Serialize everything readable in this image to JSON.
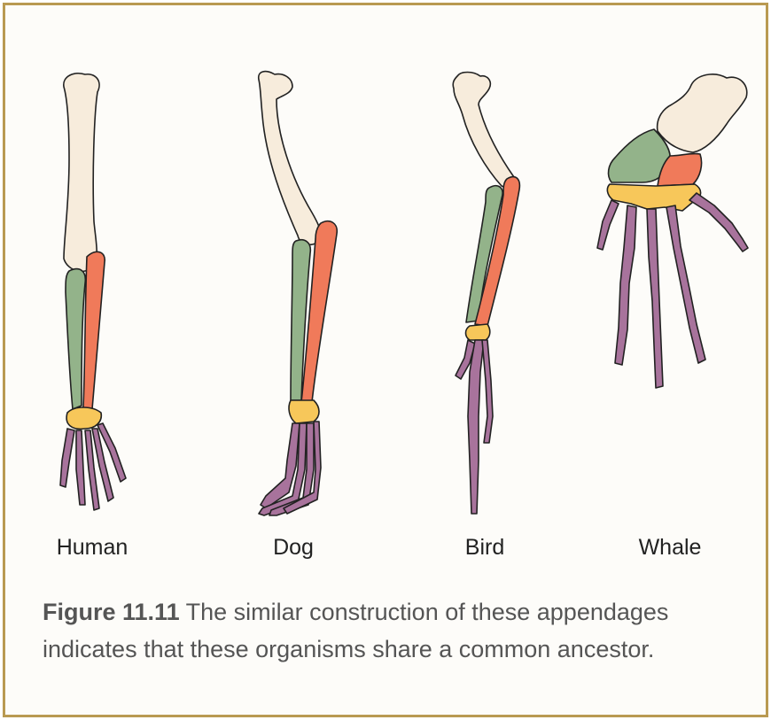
{
  "labels": {
    "human": "Human",
    "dog": "Dog",
    "bird": "Bird",
    "whale": "Whale"
  },
  "caption": {
    "figure_number": "Figure 11.11",
    "text": "The similar construction of these appendages indicates that these organisms share a common ancestor."
  },
  "colors": {
    "border": "#b99a52",
    "humerus": "#f7ecdc",
    "radius": "#93b38a",
    "ulna": "#f07a5a",
    "carpals": "#f7c75a",
    "phalanges": "#a8739c",
    "outline": "#222222"
  }
}
